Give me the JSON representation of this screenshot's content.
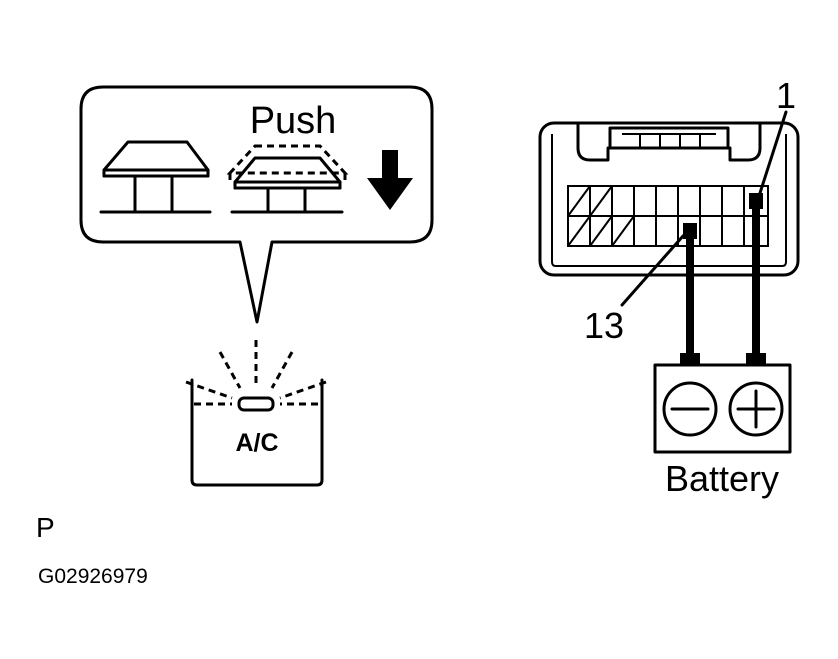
{
  "callout": {
    "push_label": "Push",
    "icons": [
      "switch-released-icon",
      "switch-pressed-icon",
      "arrow-down-icon"
    ]
  },
  "ac_button": {
    "label": "A/C",
    "indicator": "indicator-light-icon"
  },
  "connector": {
    "pin_top_label": "1",
    "pin_bottom_label": "13"
  },
  "battery": {
    "label": "Battery",
    "terminals": [
      "minus-terminal-icon",
      "plus-terminal-icon"
    ]
  },
  "footer": {
    "letter": "P",
    "code": "G02926979"
  }
}
